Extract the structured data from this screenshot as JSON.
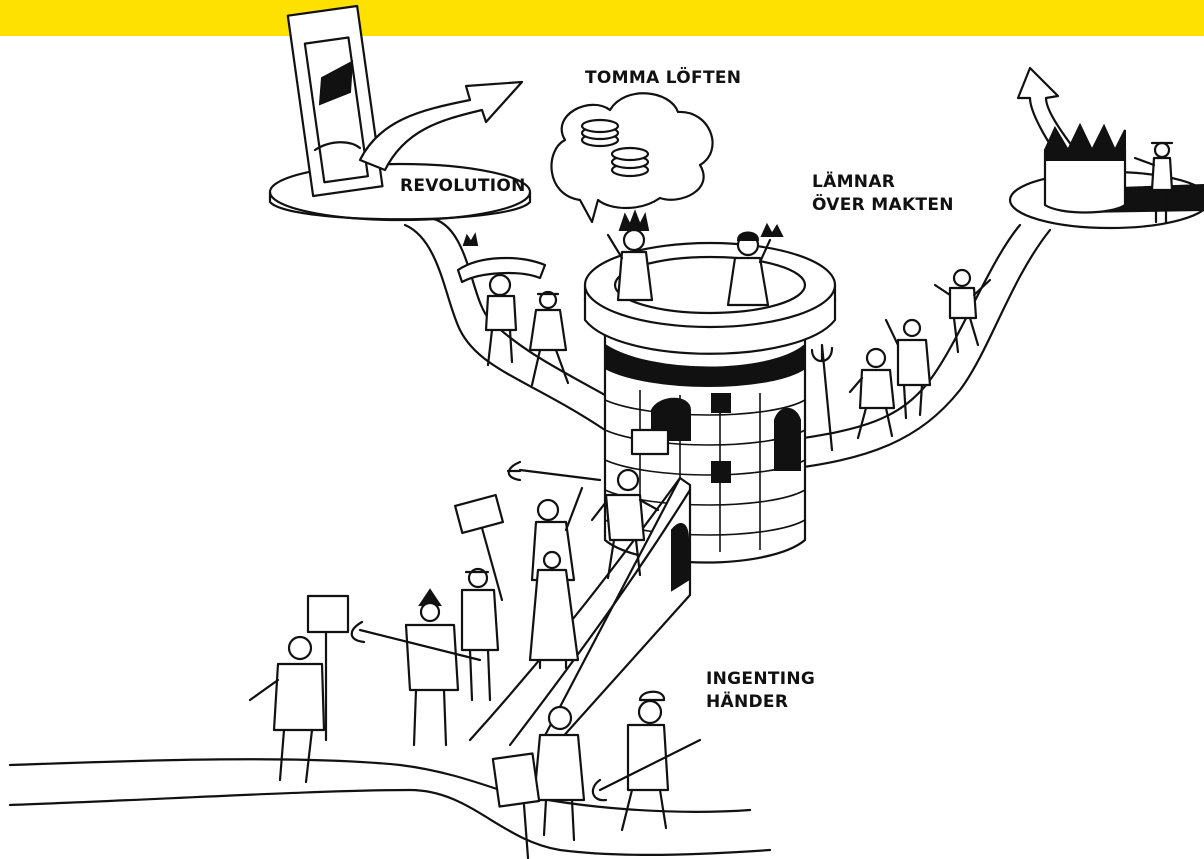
{
  "header": {
    "accent_color": "#ffe100"
  },
  "labels": {
    "revolution": "REVOLUTION",
    "empty_promises": "TOMMA LÖFTEN",
    "hands_over_power_line1": "LÄMNAR",
    "hands_over_power_line2": "ÖVER MAKTEN",
    "nothing_happens_line1": "INGENTING",
    "nothing_happens_line2": "HÄNDER"
  },
  "icons": [
    "guillotine-icon",
    "crown-icon",
    "coins-icon",
    "tower-icon",
    "arrow-icon",
    "pitchfork-icon",
    "protest-sign-icon"
  ]
}
